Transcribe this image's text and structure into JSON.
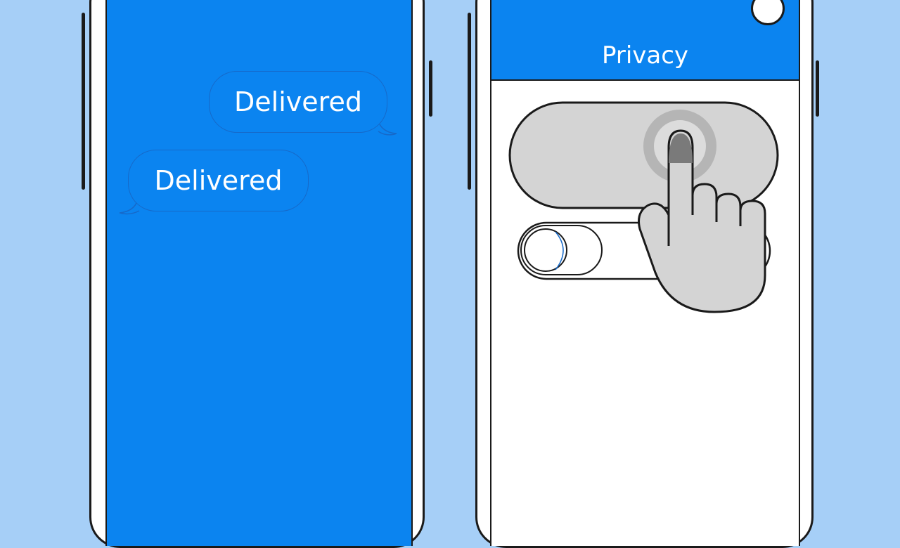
{
  "messages": {
    "items": [
      {
        "text": "Delivered",
        "side": "outgoing"
      },
      {
        "text": "Delivered",
        "side": "incoming"
      }
    ]
  },
  "settings": {
    "header_title": "Privacy",
    "toggles": [
      {
        "state": "on"
      },
      {
        "state": "off"
      }
    ]
  },
  "colors": {
    "accent": "#0b84f0",
    "background": "#a6cff7",
    "toggle_gray": "#d4d4d4",
    "outline": "#1a1a1a"
  },
  "icons": {
    "hand": "tap-hand-icon"
  }
}
